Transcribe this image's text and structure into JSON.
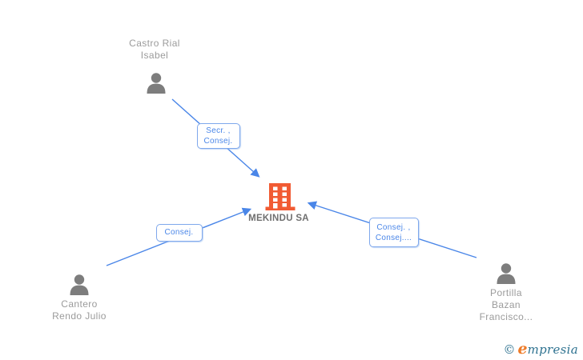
{
  "company": {
    "name": "MEKINDU SA"
  },
  "people": [
    {
      "id": "castro-rial-isabel",
      "lines": [
        "Castro Rial",
        "Isabel"
      ]
    },
    {
      "id": "cantero-rendo-julio",
      "lines": [
        "Cantero",
        "Rendo Julio"
      ]
    },
    {
      "id": "portilla-bazan-francisco",
      "lines": [
        "Portilla",
        "Bazan",
        "Francisco..."
      ]
    }
  ],
  "edges": [
    {
      "from": "castro-rial-isabel",
      "to": "MEKINDU SA",
      "lines": [
        "Secr. ,",
        "Consej."
      ]
    },
    {
      "from": "cantero-rendo-julio",
      "to": "MEKINDU SA",
      "lines": [
        "Consej."
      ]
    },
    {
      "from": "portilla-bazan-francisco",
      "to": "MEKINDU SA",
      "lines": [
        "Consej. ,",
        "Consej...."
      ]
    }
  ],
  "footer": {
    "copyright": "©",
    "brand_initial": "e",
    "brand_rest": "mpresia"
  },
  "colors": {
    "edge_line": "#4a86e8",
    "edge_label_text": "#4a86e8",
    "edge_label_border": "#7fa8ec",
    "person_icon": "#7d7d7d",
    "person_name_text": "#9b9b9b",
    "company_name_text": "#6f6f6f",
    "building": "#f15b33",
    "brand_teal": "#2e7290",
    "brand_orange": "#ee7b28"
  }
}
